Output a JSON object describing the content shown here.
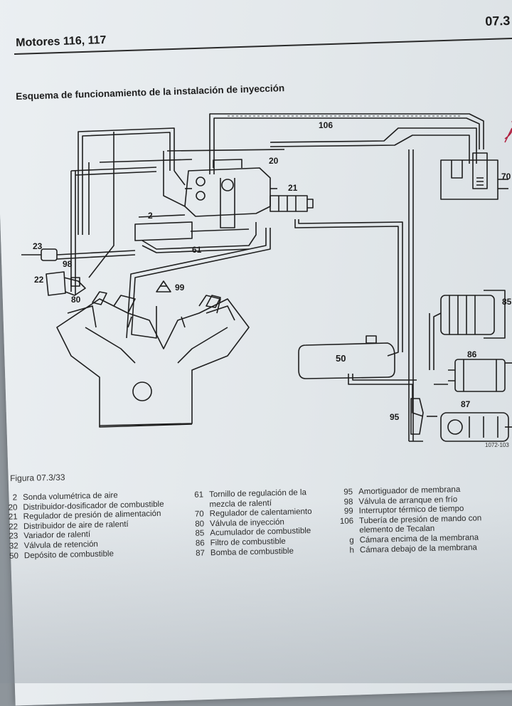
{
  "header": {
    "title": "Motores 116, 117",
    "page_number": "07.3"
  },
  "section_title": "Esquema de funcionamiento de la instalación de inyección",
  "diagram": {
    "labels": {
      "l2": "2",
      "l20": "20",
      "l21": "21",
      "l22": "22",
      "l23": "23",
      "l50": "50",
      "l61": "61",
      "l70": "70",
      "l80": "80",
      "l85": "85",
      "l86": "86",
      "l87": "87",
      "l95": "95",
      "l98": "98",
      "l99": "99",
      "l106": "106"
    },
    "reference": "1072-103"
  },
  "figure_caption": "Figura 07.3/33",
  "legend": {
    "col1": [
      {
        "num": "2",
        "label": "Sonda volumétrica de aire"
      },
      {
        "num": "20",
        "label": "Distribuidor-dosificador de combustible"
      },
      {
        "num": "21",
        "label": "Regulador de presión de alimentación"
      },
      {
        "num": "22",
        "label": "Distribuidor de aire de ralentí"
      },
      {
        "num": "23",
        "label": "Variador de ralentí"
      },
      {
        "num": "32",
        "label": "Válvula de retención"
      },
      {
        "num": "50",
        "label": "Depósito de combustible"
      }
    ],
    "col2": [
      {
        "num": "61",
        "label": "Tornillo de regulación de la"
      },
      {
        "num": "",
        "label": "mezcla de ralentí"
      },
      {
        "num": "70",
        "label": "Regulador de calentamiento"
      },
      {
        "num": "80",
        "label": "Válvula de inyección"
      },
      {
        "num": "85",
        "label": "Acumulador de combustible"
      },
      {
        "num": "86",
        "label": "Filtro de combustible"
      },
      {
        "num": "87",
        "label": "Bomba de combustible"
      }
    ],
    "col3": [
      {
        "num": "95",
        "label": "Amortiguador de membrana"
      },
      {
        "num": "98",
        "label": "Válvula de arranque en frío"
      },
      {
        "num": "99",
        "label": "Interruptor térmico de tiempo"
      },
      {
        "num": "106",
        "label": "Tubería de presión de mando con"
      },
      {
        "num": "",
        "label": "elemento de Tecalan"
      },
      {
        "num": "g",
        "label": "Cámara encima de la membrana"
      },
      {
        "num": "h",
        "label": "Cámara debajo de la membrana"
      }
    ]
  },
  "colors": {
    "ink": "#1f1f1f",
    "paper": "#e4e9ec",
    "annotation_pen": "#b02040"
  }
}
